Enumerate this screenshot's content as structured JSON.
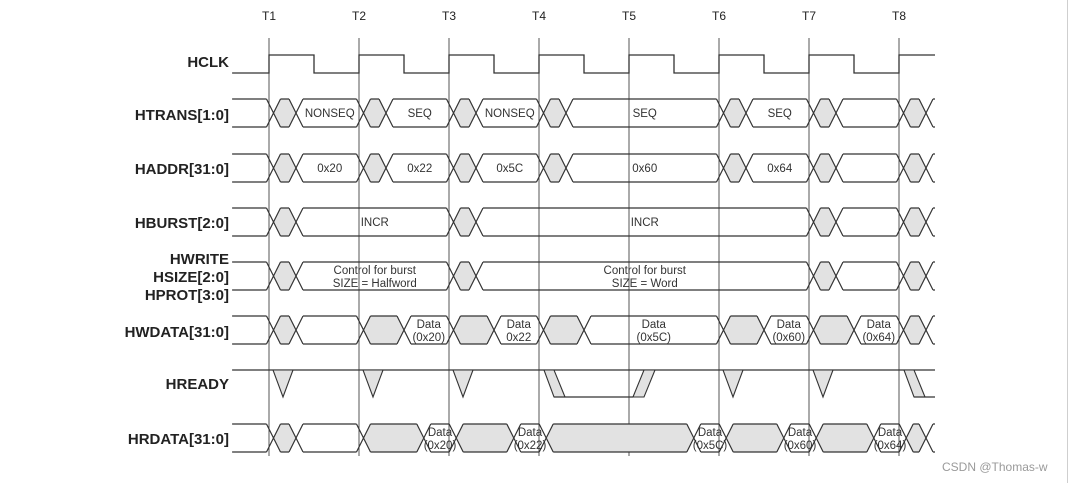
{
  "colors": {
    "line": "#333333",
    "shade": "#e2e2e2",
    "text": "#222222"
  },
  "clock": {
    "ticks": [
      "T1",
      "T2",
      "T3",
      "T4",
      "T5",
      "T6",
      "T7",
      "T8"
    ],
    "start": 0.59,
    "end": 8.4
  },
  "signals": [
    {
      "name": "HCLK",
      "kind": "clock"
    },
    {
      "name": "HTRANS[1:0]",
      "kind": "bus",
      "segments": [
        {
          "from": 0.59,
          "to": 1.05,
          "fill": "white",
          "label": ""
        },
        {
          "from": 1.05,
          "to": 1.3,
          "fill": "gray",
          "label": ""
        },
        {
          "from": 1.3,
          "to": 2.05,
          "fill": "white",
          "label": "NONSEQ"
        },
        {
          "from": 2.05,
          "to": 2.3,
          "fill": "gray",
          "label": ""
        },
        {
          "from": 2.3,
          "to": 3.05,
          "fill": "white",
          "label": "SEQ"
        },
        {
          "from": 3.05,
          "to": 3.3,
          "fill": "gray",
          "label": ""
        },
        {
          "from": 3.3,
          "to": 4.05,
          "fill": "white",
          "label": "NONSEQ"
        },
        {
          "from": 4.05,
          "to": 4.3,
          "fill": "gray",
          "label": ""
        },
        {
          "from": 4.3,
          "to": 6.05,
          "fill": "white",
          "label": "SEQ"
        },
        {
          "from": 6.05,
          "to": 6.3,
          "fill": "gray",
          "label": ""
        },
        {
          "from": 6.3,
          "to": 7.05,
          "fill": "white",
          "label": "SEQ"
        },
        {
          "from": 7.05,
          "to": 7.3,
          "fill": "gray",
          "label": ""
        },
        {
          "from": 7.3,
          "to": 8.05,
          "fill": "white",
          "label": ""
        },
        {
          "from": 8.05,
          "to": 8.3,
          "fill": "gray",
          "label": ""
        },
        {
          "from": 8.3,
          "to": 8.4,
          "fill": "white",
          "label": ""
        }
      ]
    },
    {
      "name": "HADDR[31:0]",
      "kind": "bus",
      "segments": [
        {
          "from": 0.59,
          "to": 1.05,
          "fill": "white",
          "label": ""
        },
        {
          "from": 1.05,
          "to": 1.3,
          "fill": "gray",
          "label": ""
        },
        {
          "from": 1.3,
          "to": 2.05,
          "fill": "white",
          "label": "0x20"
        },
        {
          "from": 2.05,
          "to": 2.3,
          "fill": "gray",
          "label": ""
        },
        {
          "from": 2.3,
          "to": 3.05,
          "fill": "white",
          "label": "0x22"
        },
        {
          "from": 3.05,
          "to": 3.3,
          "fill": "gray",
          "label": ""
        },
        {
          "from": 3.3,
          "to": 4.05,
          "fill": "white",
          "label": "0x5C"
        },
        {
          "from": 4.05,
          "to": 4.3,
          "fill": "gray",
          "label": ""
        },
        {
          "from": 4.3,
          "to": 6.05,
          "fill": "white",
          "label": "0x60"
        },
        {
          "from": 6.05,
          "to": 6.3,
          "fill": "gray",
          "label": ""
        },
        {
          "from": 6.3,
          "to": 7.05,
          "fill": "white",
          "label": "0x64"
        },
        {
          "from": 7.05,
          "to": 7.3,
          "fill": "gray",
          "label": ""
        },
        {
          "from": 7.3,
          "to": 8.05,
          "fill": "white",
          "label": ""
        },
        {
          "from": 8.05,
          "to": 8.3,
          "fill": "gray",
          "label": ""
        },
        {
          "from": 8.3,
          "to": 8.4,
          "fill": "white",
          "label": ""
        }
      ]
    },
    {
      "name": "HBURST[2:0]",
      "kind": "bus",
      "segments": [
        {
          "from": 0.59,
          "to": 1.05,
          "fill": "white",
          "label": ""
        },
        {
          "from": 1.05,
          "to": 1.3,
          "fill": "gray",
          "label": ""
        },
        {
          "from": 1.3,
          "to": 3.05,
          "fill": "white",
          "label": "INCR"
        },
        {
          "from": 3.05,
          "to": 3.3,
          "fill": "gray",
          "label": ""
        },
        {
          "from": 3.3,
          "to": 7.05,
          "fill": "white",
          "label": "INCR"
        },
        {
          "from": 7.05,
          "to": 7.3,
          "fill": "gray",
          "label": ""
        },
        {
          "from": 7.3,
          "to": 8.05,
          "fill": "white",
          "label": ""
        },
        {
          "from": 8.05,
          "to": 8.3,
          "fill": "gray",
          "label": ""
        },
        {
          "from": 8.3,
          "to": 8.4,
          "fill": "white",
          "label": ""
        }
      ]
    },
    {
      "name": "HWRITE",
      "name2": "HSIZE[2:0]",
      "name3": "HPROT[3:0]",
      "kind": "bus",
      "segments": [
        {
          "from": 0.59,
          "to": 1.05,
          "fill": "white",
          "label": ""
        },
        {
          "from": 1.05,
          "to": 1.3,
          "fill": "gray",
          "label": ""
        },
        {
          "from": 1.3,
          "to": 3.05,
          "fill": "white",
          "label": "Control for burst",
          "label2": "SIZE = Halfword"
        },
        {
          "from": 3.05,
          "to": 3.3,
          "fill": "gray",
          "label": ""
        },
        {
          "from": 3.3,
          "to": 7.05,
          "fill": "white",
          "label": "Control for burst",
          "label2": "SIZE = Word"
        },
        {
          "from": 7.05,
          "to": 7.3,
          "fill": "gray",
          "label": ""
        },
        {
          "from": 7.3,
          "to": 8.05,
          "fill": "white",
          "label": ""
        },
        {
          "from": 8.05,
          "to": 8.3,
          "fill": "gray",
          "label": ""
        },
        {
          "from": 8.3,
          "to": 8.4,
          "fill": "white",
          "label": ""
        }
      ]
    },
    {
      "name": "HWDATA[31:0]",
      "kind": "bus",
      "segments": [
        {
          "from": 0.59,
          "to": 1.05,
          "fill": "white",
          "label": ""
        },
        {
          "from": 1.05,
          "to": 1.3,
          "fill": "gray",
          "label": ""
        },
        {
          "from": 1.3,
          "to": 2.05,
          "fill": "white",
          "label": ""
        },
        {
          "from": 2.05,
          "to": 2.5,
          "fill": "gray",
          "label": ""
        },
        {
          "from": 2.5,
          "to": 3.05,
          "fill": "white",
          "label": "Data",
          "label2": "(0x20)"
        },
        {
          "from": 3.05,
          "to": 3.5,
          "fill": "gray",
          "label": ""
        },
        {
          "from": 3.5,
          "to": 4.05,
          "fill": "white",
          "label": "Data",
          "label2": "0x22"
        },
        {
          "from": 4.05,
          "to": 4.5,
          "fill": "gray",
          "label": ""
        },
        {
          "from": 4.5,
          "to": 6.05,
          "fill": "white",
          "label": "Data",
          "label2": "(0x5C)"
        },
        {
          "from": 6.05,
          "to": 6.5,
          "fill": "gray",
          "label": ""
        },
        {
          "from": 6.5,
          "to": 7.05,
          "fill": "white",
          "label": "Data",
          "label2": "(0x60)"
        },
        {
          "from": 7.05,
          "to": 7.5,
          "fill": "gray",
          "label": ""
        },
        {
          "from": 7.5,
          "to": 8.05,
          "fill": "white",
          "label": "Data",
          "label2": "(0x64)"
        },
        {
          "from": 8.05,
          "to": 8.3,
          "fill": "gray",
          "label": ""
        },
        {
          "from": 8.3,
          "to": 8.4,
          "fill": "white",
          "label": ""
        }
      ]
    },
    {
      "name": "HREADY",
      "kind": "ready",
      "events": [
        {
          "t": 1,
          "type": "pulse"
        },
        {
          "t": 2,
          "type": "pulse"
        },
        {
          "t": 3,
          "type": "pulse"
        },
        {
          "t": 4,
          "type": "fall"
        },
        {
          "t": 5,
          "type": "rise"
        },
        {
          "t": 6,
          "type": "pulse"
        },
        {
          "t": 7,
          "type": "pulse"
        },
        {
          "t": 8,
          "type": "fall"
        }
      ]
    },
    {
      "name": "HRDATA[31:0]",
      "kind": "bus",
      "segments": [
        {
          "from": 0.59,
          "to": 1.05,
          "fill": "white",
          "label": ""
        },
        {
          "from": 1.05,
          "to": 1.3,
          "fill": "gray",
          "label": ""
        },
        {
          "from": 1.3,
          "to": 2.05,
          "fill": "white",
          "label": ""
        },
        {
          "from": 2.05,
          "to": 2.72,
          "fill": "gray",
          "label": ""
        },
        {
          "from": 2.72,
          "to": 3.08,
          "fill": "white",
          "label": "Data",
          "label2": "(0x20)"
        },
        {
          "from": 3.08,
          "to": 3.72,
          "fill": "gray",
          "label": ""
        },
        {
          "from": 3.72,
          "to": 4.08,
          "fill": "white",
          "label": "Data",
          "label2": "(0x22)"
        },
        {
          "from": 4.08,
          "to": 5.72,
          "fill": "gray",
          "label": ""
        },
        {
          "from": 5.72,
          "to": 6.08,
          "fill": "white",
          "label": "Data",
          "label2": "(0x5C)"
        },
        {
          "from": 6.08,
          "to": 6.72,
          "fill": "gray",
          "label": ""
        },
        {
          "from": 6.72,
          "to": 7.08,
          "fill": "white",
          "label": "Data",
          "label2": "(0x60)"
        },
        {
          "from": 7.08,
          "to": 7.72,
          "fill": "gray",
          "label": ""
        },
        {
          "from": 7.72,
          "to": 8.08,
          "fill": "white",
          "label": "Data",
          "label2": "(0x64)"
        },
        {
          "from": 8.08,
          "to": 8.3,
          "fill": "gray",
          "label": ""
        },
        {
          "from": 8.3,
          "to": 8.4,
          "fill": "white",
          "label": ""
        }
      ]
    }
  ],
  "watermark": "CSDN @Thomas-w"
}
